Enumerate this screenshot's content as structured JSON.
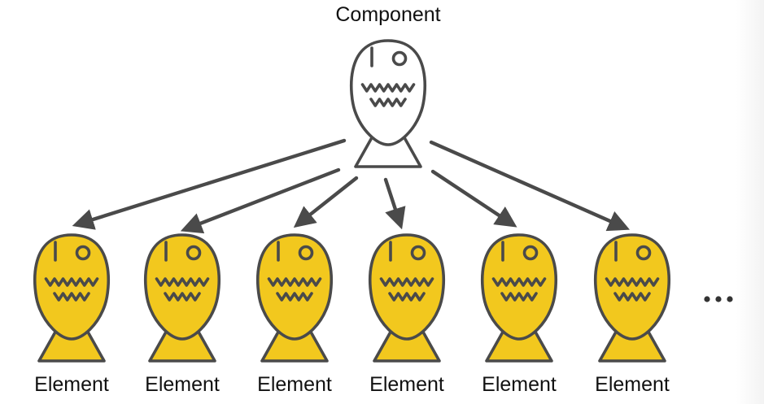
{
  "component": {
    "label": "Component",
    "fill": "#ffffff"
  },
  "elements": [
    {
      "label": "Element"
    },
    {
      "label": "Element"
    },
    {
      "label": "Element"
    },
    {
      "label": "Element"
    },
    {
      "label": "Element"
    },
    {
      "label": "Element"
    }
  ],
  "ellipsis": "…",
  "colors": {
    "element_fill": "#f2c81e",
    "stroke": "#4a4a4a",
    "arrow": "#4a4a4a",
    "text": "#111111"
  }
}
